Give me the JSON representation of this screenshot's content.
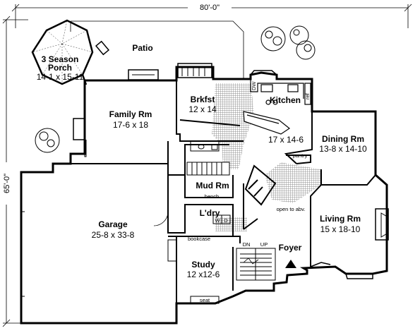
{
  "dimensions": {
    "width": "80'-0\"",
    "depth": "65'-0\""
  },
  "rooms": {
    "porch": {
      "name_line1": "3 Season",
      "name_line2": "Porch",
      "size": "14-1 x 15-11"
    },
    "patio": {
      "name": "Patio"
    },
    "family": {
      "name": "Family Rm",
      "size": "17-6 x 18"
    },
    "breakfast": {
      "name": "Brkfst",
      "size": "12 x 14"
    },
    "kitchen": {
      "name": "Kitchen",
      "size": "17 x 14-6"
    },
    "dining": {
      "name": "Dining Rm",
      "size": "13-8 x 14-10"
    },
    "mudroom": {
      "name": "Mud Rm"
    },
    "laundry": {
      "name": "L'dry"
    },
    "garage": {
      "name": "Garage",
      "size": "25-8 x 33-8"
    },
    "living": {
      "name": "Living Rm",
      "size": "15 x 18-10"
    },
    "foyer": {
      "name": "Foyer"
    },
    "study": {
      "name": "Study",
      "size": "12 x12-6"
    }
  },
  "notes": {
    "pantry": "pantry",
    "bench": "bench",
    "bookcase": "bookcase",
    "open_above": "open to abv.",
    "down": "DN",
    "up": "UP",
    "seat": "seat",
    "washer": "W",
    "dryer": "D",
    "refrigerator": "ref",
    "dishwasher": "DW"
  },
  "colors": {
    "line": "#000000",
    "background": "#ffffff",
    "tile": "#777777"
  }
}
